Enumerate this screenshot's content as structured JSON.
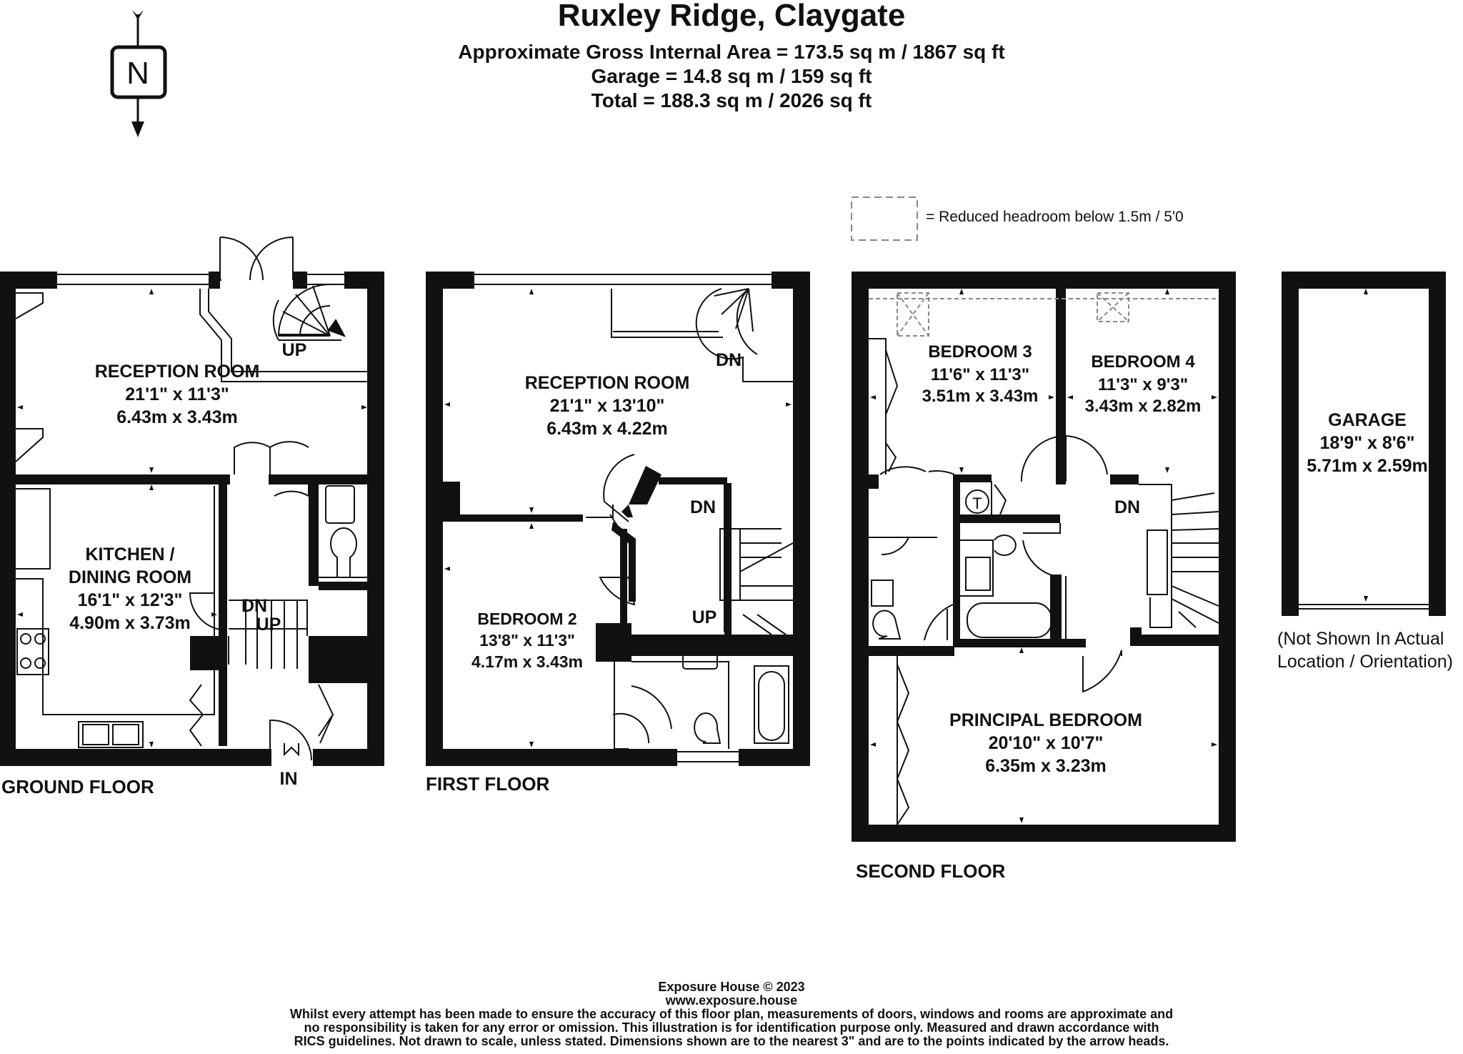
{
  "title": "Ruxley Ridge, Claygate",
  "area_lines": [
    "Approximate Gross Internal Area = 173.5 sq m / 1867 sq ft",
    "Garage = 14.8 sq m / 159 sq ft",
    "Total = 188.3 sq m / 2026 sq ft"
  ],
  "compass": {
    "letter": "N"
  },
  "legend": {
    "label": "= Reduced headroom below 1.5m / 5'0"
  },
  "floors": {
    "ground": {
      "label": "GROUND FLOOR",
      "rooms": [
        {
          "name": "RECEPTION ROOM",
          "imperial": "21'1\" x 11'3\"",
          "metric": "6.43m x 3.43m"
        },
        {
          "name_line1": "KITCHEN /",
          "name_line2": "DINING ROOM",
          "imperial": "16'1\" x 12'3\"",
          "metric": "4.90m x 3.73m"
        }
      ],
      "marks": {
        "up_stair": "UP",
        "dn": "DN",
        "up": "UP",
        "entrance": "IN"
      }
    },
    "first": {
      "label": "FIRST FLOOR",
      "rooms": [
        {
          "name": "RECEPTION ROOM",
          "imperial": "21'1\" x 13'10\"",
          "metric": "6.43m x 4.22m"
        },
        {
          "name": "BEDROOM 2",
          "imperial": "13'8\" x 11'3\"",
          "metric": "4.17m x 3.43m"
        }
      ],
      "marks": {
        "dn_spiral": "DN",
        "dn": "DN",
        "up": "UP"
      }
    },
    "second": {
      "label": "SECOND FLOOR",
      "rooms": [
        {
          "name": "BEDROOM 3",
          "imperial": "11'6\" x 11'3\"",
          "metric": "3.51m x 3.43m"
        },
        {
          "name": "BEDROOM 4",
          "imperial": "11'3\" x 9'3\"",
          "metric": "3.43m x 2.82m"
        },
        {
          "name": "PRINCIPAL BEDROOM",
          "imperial": "20'10\" x 10'7\"",
          "metric": "6.35m x 3.23m"
        }
      ],
      "marks": {
        "dn": "DN",
        "tank": "T"
      }
    },
    "garage": {
      "name": "GARAGE",
      "imperial": "18'9\" x 8'6\"",
      "metric": "5.71m x 2.59m",
      "note_line1": "(Not Shown In Actual",
      "note_line2": "Location / Orientation)"
    }
  },
  "footer": [
    "Exposure House © 2023",
    "www.exposure.house",
    "Whilst every attempt has been made to ensure the accuracy of this floor plan, measurements of doors, windows and rooms are approximate and",
    "no responsibility is taken for any error or omission. This illustration is for identification purpose only. Measured and drawn accordance with",
    "RICS guidelines. Not drawn to scale, unless stated. Dimensions shown are to the nearest 3\" and are to the points indicated by the arrow heads."
  ]
}
